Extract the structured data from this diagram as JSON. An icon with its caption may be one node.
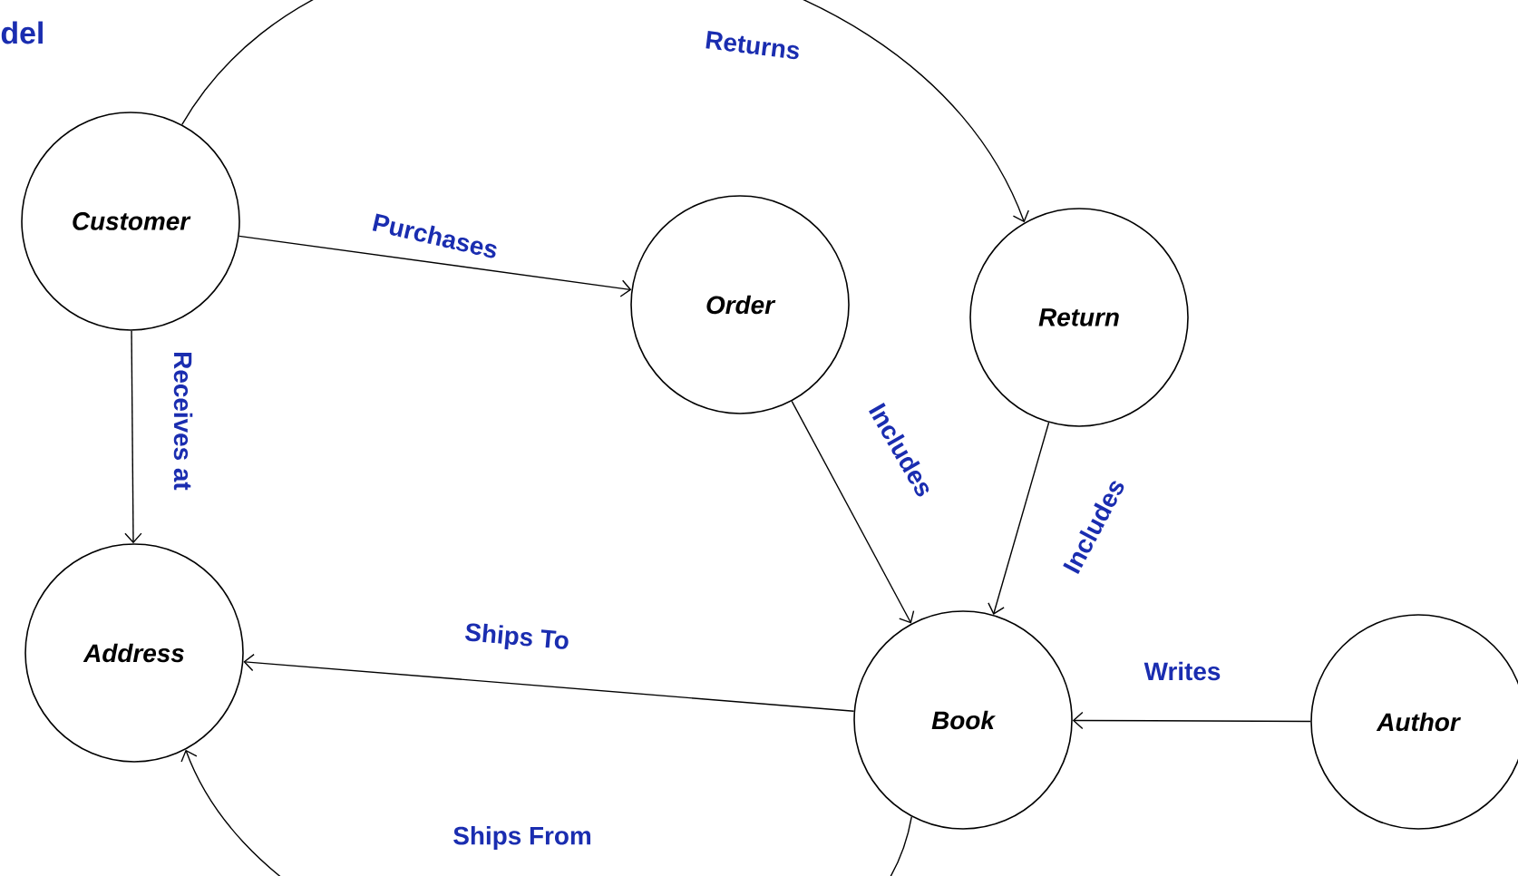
{
  "diagram": {
    "title": "del",
    "nodes": [
      {
        "text": [
          "Customer"
        ]
      },
      {
        "text": [
          "Order"
        ]
      },
      {
        "text": [
          "Return"
        ]
      },
      {
        "text": [
          "Address"
        ]
      },
      {
        "text": [
          "Book"
        ]
      },
      {
        "text": [
          "Author"
        ]
      }
    ],
    "edges": [
      {
        "from": 0,
        "to": 2,
        "arrow": "to",
        "label": "Returns"
      },
      {
        "from": 0,
        "to": 1,
        "arrow": "to",
        "label": "Purchases"
      },
      {
        "from": 0,
        "to": 3,
        "arrow": "to",
        "label": "Receives at"
      },
      {
        "from": 1,
        "to": 4,
        "arrow": "to",
        "label": "Includes"
      },
      {
        "from": 2,
        "to": 4,
        "arrow": "to",
        "label": "Includes"
      },
      {
        "from": 4,
        "to": 3,
        "arrow": "to",
        "label": "Ships To"
      },
      {
        "from": 4,
        "to": 3,
        "arrow": "to",
        "label": "Ships From"
      },
      {
        "from": 5,
        "to": 4,
        "arrow": "to",
        "label": "Writes"
      }
    ]
  }
}
